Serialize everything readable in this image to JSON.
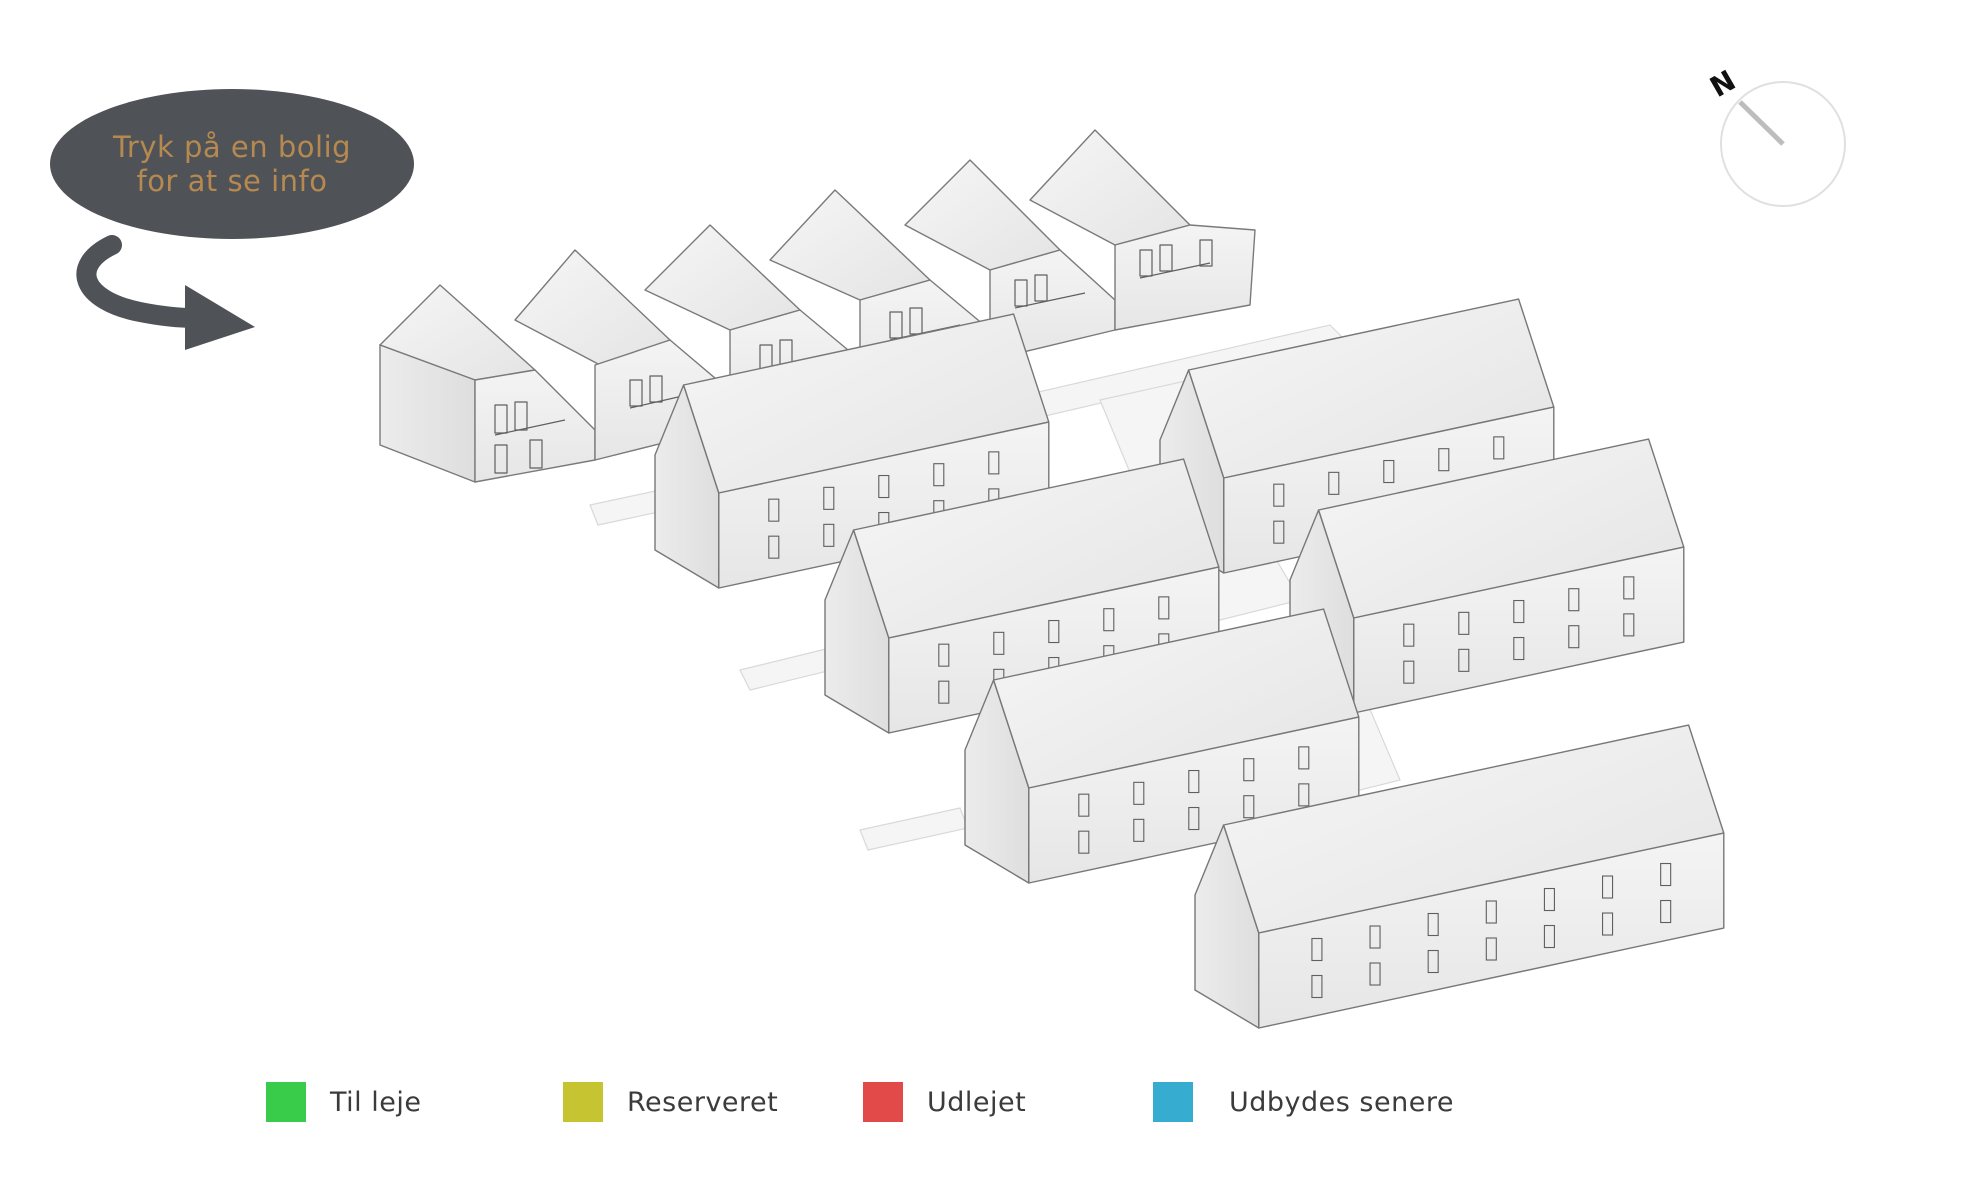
{
  "hint": {
    "line1": "Tryk på en bolig",
    "line2": "for at se info"
  },
  "compass": {
    "label": "N"
  },
  "legend": [
    {
      "label": "Til leje",
      "color": "#39cc4a"
    },
    {
      "label": "Reserveret",
      "color": "#c6c430"
    },
    {
      "label": "Udlejet",
      "color": "#e24a4a"
    },
    {
      "label": "Udbydes senere",
      "color": "#36acd0"
    }
  ],
  "colors": {
    "bubble": "#4f5256",
    "bubble_text": "#b5894f",
    "arrow": "#4f5256",
    "building_line": "#777777"
  }
}
